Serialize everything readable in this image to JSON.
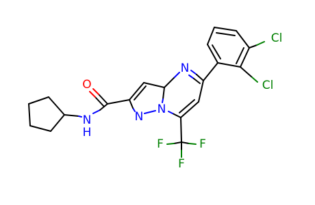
{
  "colors": {
    "carbon": "#000000",
    "nitrogen": "#0000ff",
    "oxygen": "#ff0000",
    "fluorine": "#008000",
    "chlorine": "#008000",
    "background": "#ffffff"
  },
  "labels": {
    "n_amide": "N",
    "h_amide": "H",
    "o_carbonyl": "O",
    "n_pyrazole_1": "N",
    "n_pyrazole_2": "N",
    "n_pyrimidine": "N",
    "cl_top": "Cl",
    "cl_bottom": "Cl",
    "f_top": "F",
    "f_left": "F",
    "f_right": "F"
  }
}
